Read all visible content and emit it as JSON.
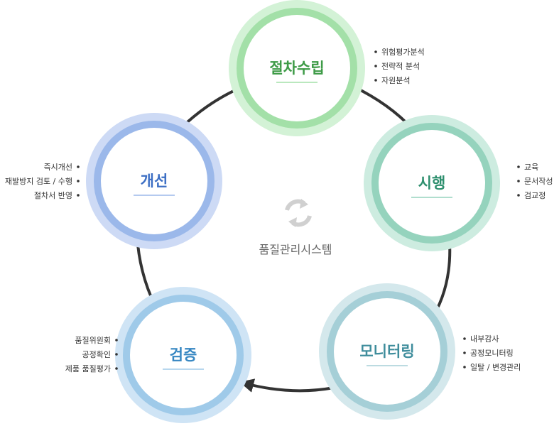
{
  "center": {
    "label": "품질관리시스템",
    "icon": "recycle-icon"
  },
  "nodes": [
    {
      "key": "plan",
      "title": "절차수립",
      "bullets": [
        "위험평가분석",
        "전략적 분석",
        "자원분석"
      ],
      "colors": {
        "outer": "#d3f2d6",
        "mid": "#a3e0a8",
        "inner": "#8fd696",
        "text": "#3e9b47"
      }
    },
    {
      "key": "do",
      "title": "시행",
      "bullets": [
        "교육",
        "문서작성",
        "검교정"
      ],
      "colors": {
        "outer": "#cdece0",
        "mid": "#95d3bd",
        "inner": "#82c9b0",
        "text": "#2e8f6e"
      }
    },
    {
      "key": "monitor",
      "title": "모니터링",
      "bullets": [
        "내부감사",
        "공정모니터링",
        "일탈 / 변경관리"
      ],
      "colors": {
        "outer": "#d4e8ec",
        "mid": "#a5cfd7",
        "inner": "#94c3cd",
        "text": "#3f8d9c"
      }
    },
    {
      "key": "verify",
      "title": "검증",
      "bullets": [
        "품질위원회",
        "공정확인",
        "제품 품질평가"
      ],
      "colors": {
        "outer": "#cfe4f5",
        "mid": "#9fcae9",
        "inner": "#8dbfe3",
        "text": "#3787c2"
      }
    },
    {
      "key": "improve",
      "title": "개선",
      "bullets": [
        "즉시개선",
        "재발방지 검토 / 수행",
        "절차서 반영"
      ],
      "colors": {
        "outer": "#cddaf5",
        "mid": "#9bb8ea",
        "inner": "#86a8e4",
        "text": "#3d6fc4"
      }
    }
  ],
  "arrow_color": "#333333"
}
